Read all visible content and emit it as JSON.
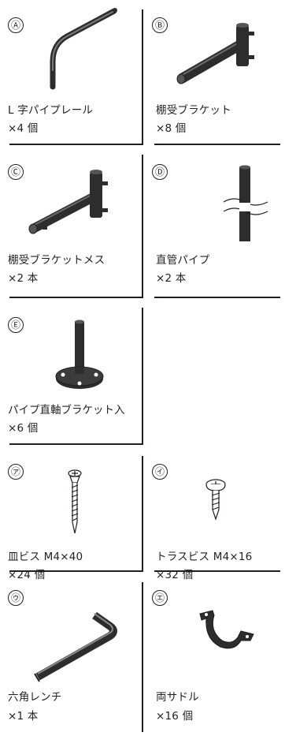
{
  "parts": [
    {
      "badge": "Ⓐ",
      "name": "L 字パイプレール",
      "qty": "×4 個",
      "icon": "l-shaped-pipe-rail-icon"
    },
    {
      "badge": "Ⓑ",
      "name": "棚受ブラケット",
      "qty": "×8 個",
      "icon": "shelf-bracket-icon"
    },
    {
      "badge": "Ⓒ",
      "name": "棚受ブラケットメス",
      "qty": "×2 本",
      "icon": "shelf-bracket-female-icon"
    },
    {
      "badge": "Ⓓ",
      "name": "直管パイプ",
      "qty": "×2 本",
      "icon": "straight-pipe-icon"
    },
    {
      "badge": "Ⓔ",
      "name": "パイプ直軸ブラケット入",
      "qty": "×6 個",
      "icon": "pipe-base-bracket-icon"
    },
    {
      "badge": "㋐",
      "name": "皿ビス M4×40",
      "qty": "×24 個",
      "icon": "countersunk-screw-icon"
    },
    {
      "badge": "㋑",
      "name": "トラスビス M4×16",
      "qty": "×32 個",
      "icon": "truss-screw-icon"
    },
    {
      "badge": "㋒",
      "name": "六角レンチ",
      "qty": "×1 本",
      "icon": "hex-wrench-icon"
    },
    {
      "badge": "㋓",
      "name": "両サドル",
      "qty": "×16 個",
      "icon": "double-saddle-icon"
    }
  ],
  "colors": {
    "line": "#231f20",
    "metal": "#3a3a3a",
    "metal_light": "#6b6b6b"
  }
}
